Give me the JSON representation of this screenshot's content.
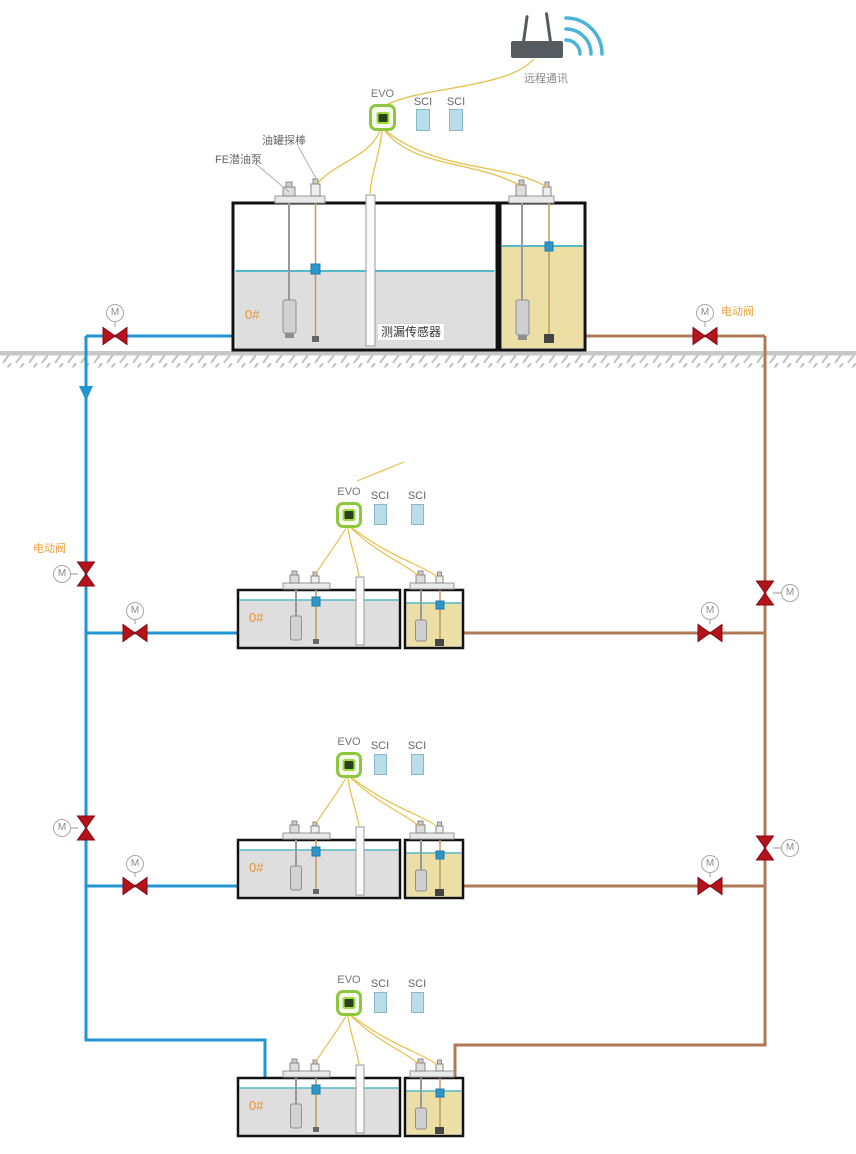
{
  "labels": {
    "remote_comm": "远程通讯",
    "evo": "EVO",
    "sci": "SCI",
    "tank_probe": "油罐探棒",
    "fe_pump": "FE潜油泵",
    "leak_sensor": "测漏传感器",
    "electric_valve": "电动阀",
    "grade": "0#",
    "motor": "M"
  },
  "colors": {
    "pipe_supply_blue": "#2196d3",
    "pipe_return_brown": "#b07a56",
    "valve_red": "#b5121b",
    "evo_green": "#8dc63f",
    "sci_blue": "#b9dde9",
    "liquid_gray": "#dedede",
    "liquid_diesel_tan": "#ecdfa5",
    "surface_teal": "#54b8c8",
    "wire_yellow": "#e6c04a",
    "accent_orange": "#eda13c"
  }
}
